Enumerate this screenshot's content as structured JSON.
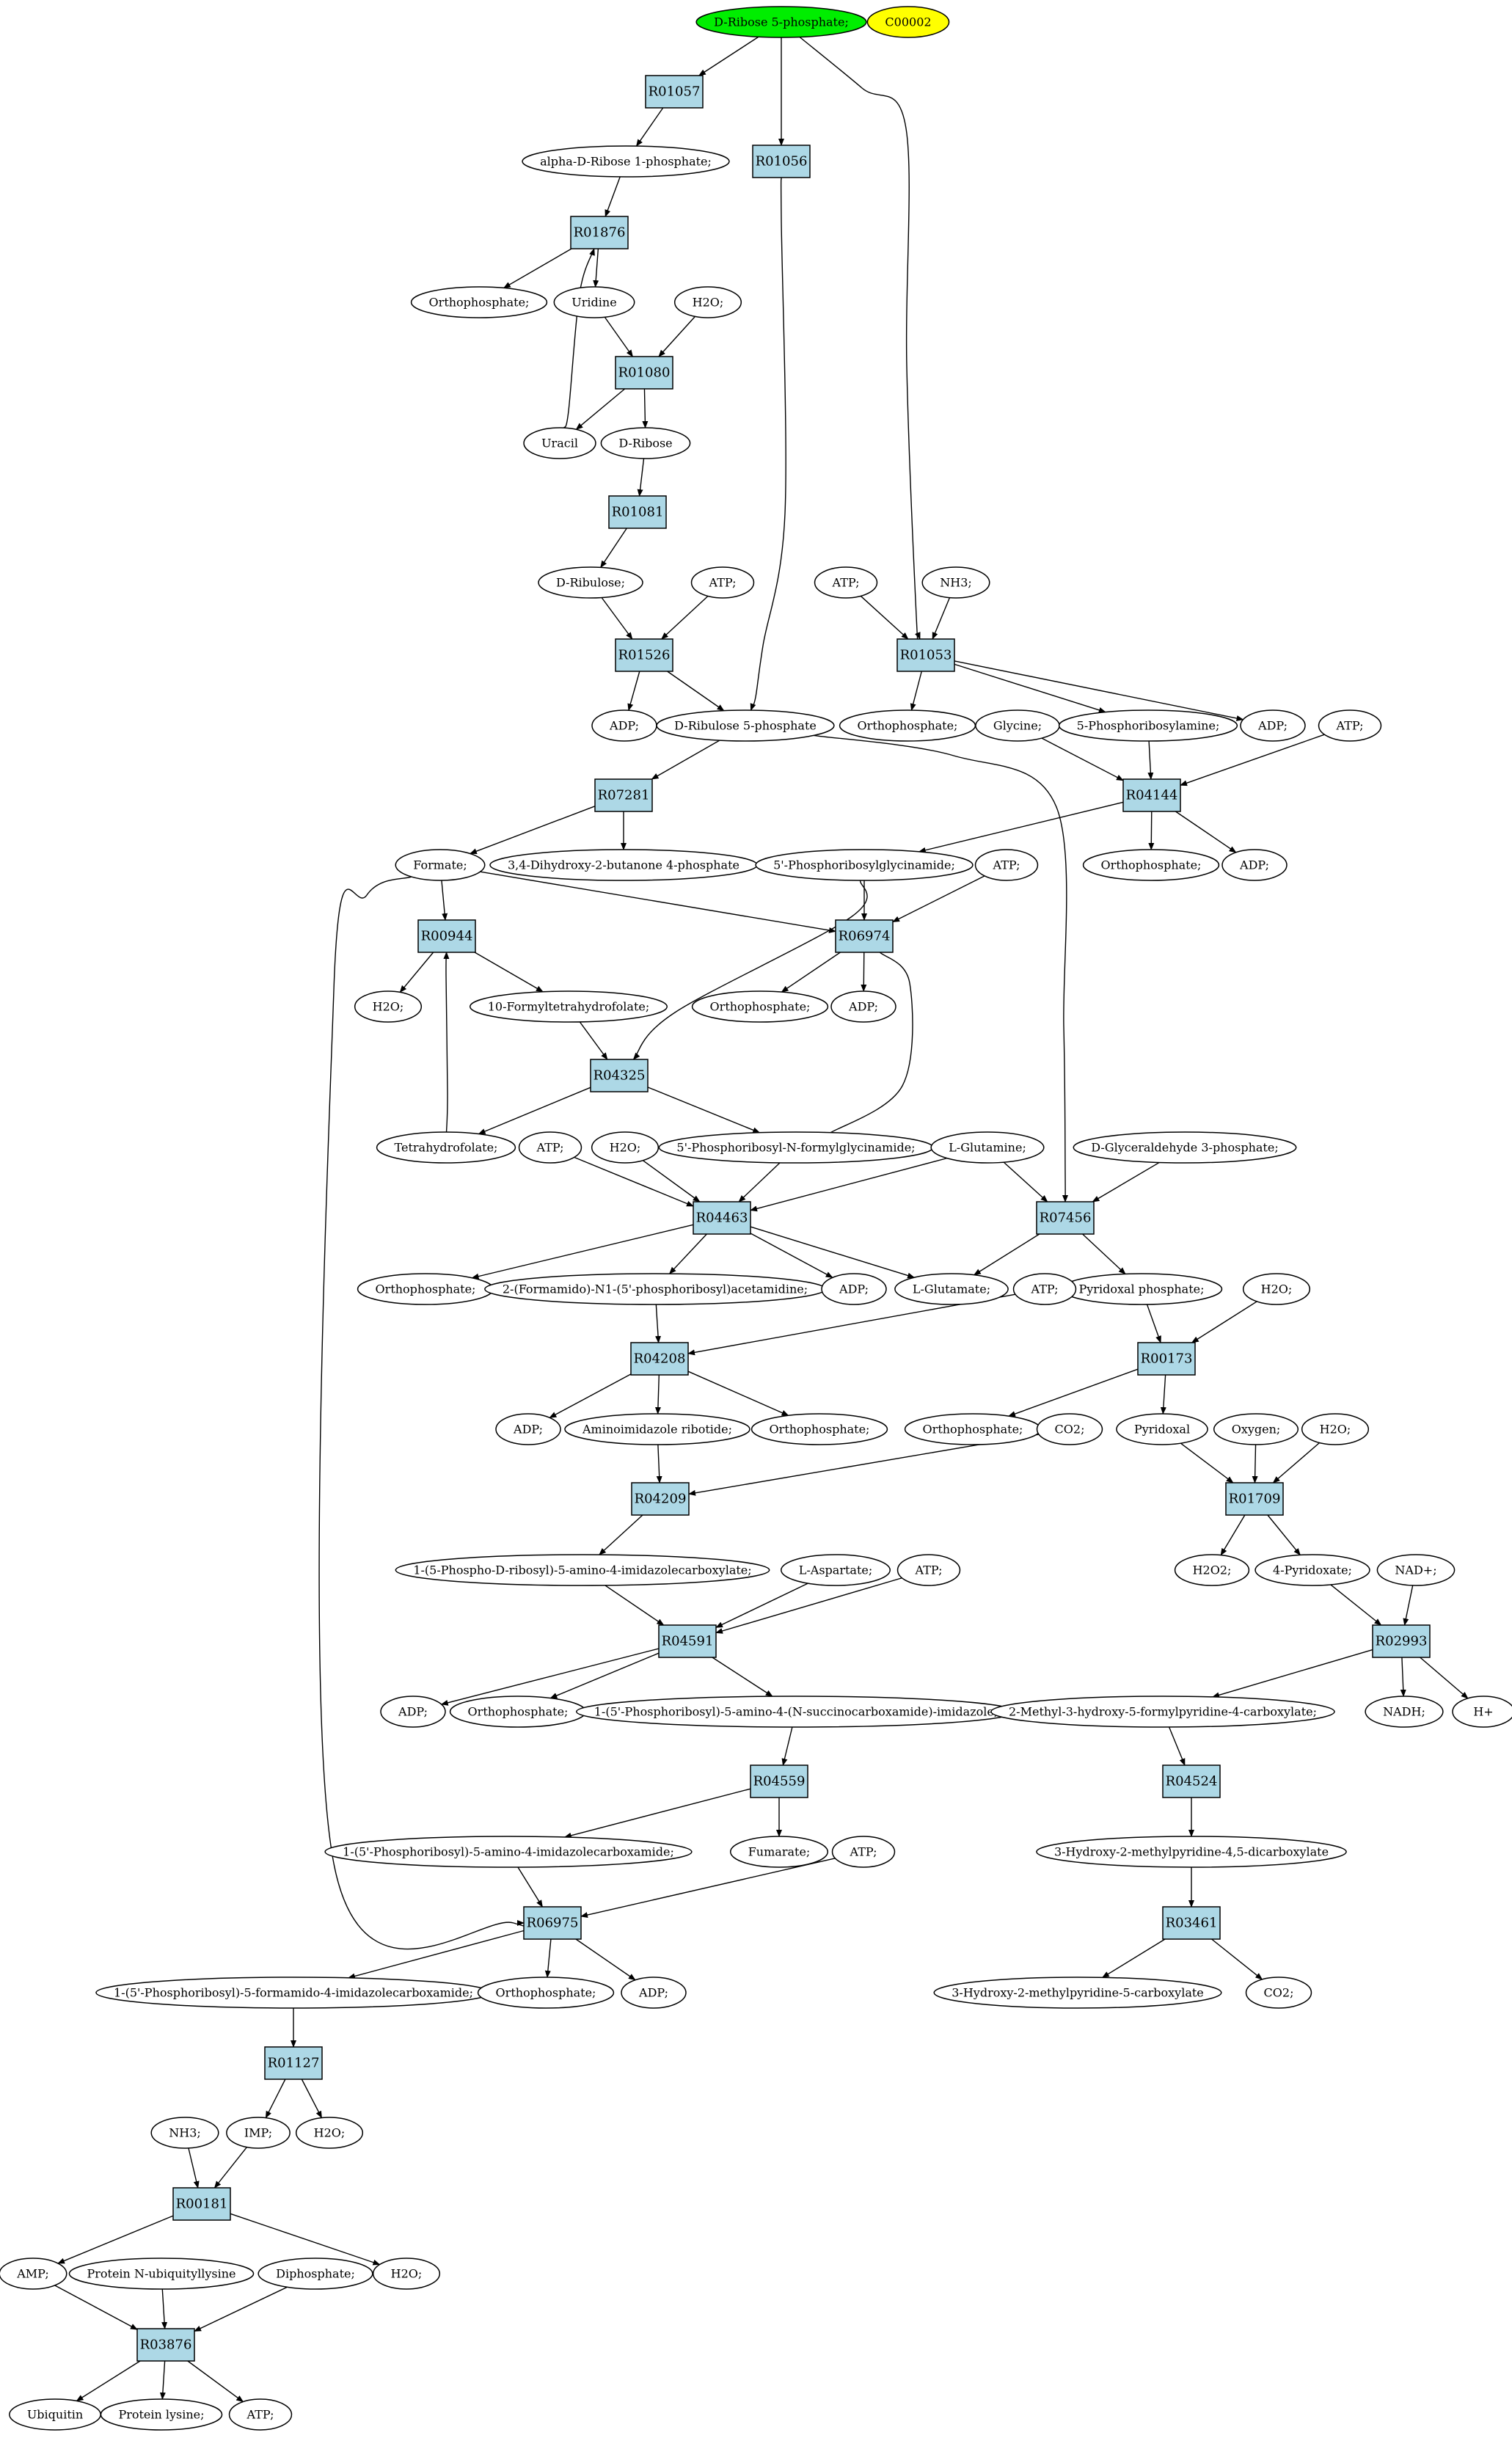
{
  "colors": {
    "reaction_fill": "#add8e6",
    "root_fill": "#00ee00",
    "highlight_fill": "#ffff00",
    "compound_fill": "#ffffff",
    "stroke": "#000000"
  },
  "nodes": [
    {
      "id": "ribose5p",
      "label": "D-Ribose 5-phosphate;",
      "kind": "root"
    },
    {
      "id": "c00002",
      "label": "C00002",
      "kind": "highlight"
    },
    {
      "id": "R01057",
      "label": "R01057",
      "kind": "reaction"
    },
    {
      "id": "R01056",
      "label": "R01056",
      "kind": "reaction"
    },
    {
      "id": "aribose1p",
      "label": "alpha-D-Ribose 1-phosphate;",
      "kind": "compound"
    },
    {
      "id": "R01876",
      "label": "R01876",
      "kind": "reaction"
    },
    {
      "id": "ortho1",
      "label": "Orthophosphate;",
      "kind": "compound"
    },
    {
      "id": "uridine",
      "label": "Uridine",
      "kind": "compound"
    },
    {
      "id": "h2o1",
      "label": "H2O;",
      "kind": "compound"
    },
    {
      "id": "R01080",
      "label": "R01080",
      "kind": "reaction"
    },
    {
      "id": "uracil",
      "label": "Uracil",
      "kind": "compound"
    },
    {
      "id": "dribose",
      "label": "D-Ribose",
      "kind": "compound"
    },
    {
      "id": "R01081",
      "label": "R01081",
      "kind": "reaction"
    },
    {
      "id": "dribulose",
      "label": "D-Ribulose;",
      "kind": "compound"
    },
    {
      "id": "atp1",
      "label": "ATP;",
      "kind": "compound"
    },
    {
      "id": "atp2",
      "label": "ATP;",
      "kind": "compound"
    },
    {
      "id": "nh3a",
      "label": "NH3;",
      "kind": "compound"
    },
    {
      "id": "R01526",
      "label": "R01526",
      "kind": "reaction"
    },
    {
      "id": "R01053",
      "label": "R01053",
      "kind": "reaction"
    },
    {
      "id": "adp1",
      "label": "ADP;",
      "kind": "compound"
    },
    {
      "id": "ribulose5p",
      "label": "D-Ribulose 5-phosphate",
      "kind": "compound"
    },
    {
      "id": "ortho2",
      "label": "Orthophosphate;",
      "kind": "compound"
    },
    {
      "id": "glycine",
      "label": "Glycine;",
      "kind": "compound"
    },
    {
      "id": "prib_amine",
      "label": "5-Phosphoribosylamine;",
      "kind": "compound"
    },
    {
      "id": "adp2",
      "label": "ADP;",
      "kind": "compound"
    },
    {
      "id": "atp3",
      "label": "ATP;",
      "kind": "compound"
    },
    {
      "id": "R07281",
      "label": "R07281",
      "kind": "reaction"
    },
    {
      "id": "R04144",
      "label": "R04144",
      "kind": "reaction"
    },
    {
      "id": "formate",
      "label": "Formate;",
      "kind": "compound"
    },
    {
      "id": "dhbp",
      "label": "3,4-Dihydroxy-2-butanone 4-phosphate",
      "kind": "compound"
    },
    {
      "id": "gar",
      "label": "5'-Phosphoribosylglycinamide;",
      "kind": "compound"
    },
    {
      "id": "atp4",
      "label": "ATP;",
      "kind": "compound"
    },
    {
      "id": "ortho3",
      "label": "Orthophosphate;",
      "kind": "compound"
    },
    {
      "id": "adp3",
      "label": "ADP;",
      "kind": "compound"
    },
    {
      "id": "R00944",
      "label": "R00944",
      "kind": "reaction"
    },
    {
      "id": "R06974",
      "label": "R06974",
      "kind": "reaction"
    },
    {
      "id": "h2o2",
      "label": "H2O;",
      "kind": "compound"
    },
    {
      "id": "fthf",
      "label": "10-Formyltetrahydrofolate;",
      "kind": "compound"
    },
    {
      "id": "ortho4",
      "label": "Orthophosphate;",
      "kind": "compound"
    },
    {
      "id": "adp4",
      "label": "ADP;",
      "kind": "compound"
    },
    {
      "id": "R04325",
      "label": "R04325",
      "kind": "reaction"
    },
    {
      "id": "thf",
      "label": "Tetrahydrofolate;",
      "kind": "compound"
    },
    {
      "id": "atp5",
      "label": "ATP;",
      "kind": "compound"
    },
    {
      "id": "h2o3",
      "label": "H2O;",
      "kind": "compound"
    },
    {
      "id": "fgar",
      "label": "5'-Phosphoribosyl-N-formylglycinamide;",
      "kind": "compound"
    },
    {
      "id": "lgln",
      "label": "L-Glutamine;",
      "kind": "compound"
    },
    {
      "id": "g3p",
      "label": "D-Glyceraldehyde 3-phosphate;",
      "kind": "compound"
    },
    {
      "id": "R04463",
      "label": "R04463",
      "kind": "reaction"
    },
    {
      "id": "R07456",
      "label": "R07456",
      "kind": "reaction"
    },
    {
      "id": "ortho5",
      "label": "Orthophosphate;",
      "kind": "compound"
    },
    {
      "id": "fgam",
      "label": "2-(Formamido)-N1-(5'-phosphoribosyl)acetamidine;",
      "kind": "compound"
    },
    {
      "id": "adp5",
      "label": "ADP;",
      "kind": "compound"
    },
    {
      "id": "lglu",
      "label": "L-Glutamate;",
      "kind": "compound"
    },
    {
      "id": "plp",
      "label": "Pyridoxal phosphate;",
      "kind": "compound"
    },
    {
      "id": "atp6",
      "label": "ATP;",
      "kind": "compound"
    },
    {
      "id": "h2o4",
      "label": "H2O;",
      "kind": "compound"
    },
    {
      "id": "R04208",
      "label": "R04208",
      "kind": "reaction"
    },
    {
      "id": "R00173",
      "label": "R00173",
      "kind": "reaction"
    },
    {
      "id": "adp6",
      "label": "ADP;",
      "kind": "compound"
    },
    {
      "id": "air",
      "label": "Aminoimidazole ribotide;",
      "kind": "compound"
    },
    {
      "id": "ortho6",
      "label": "Orthophosphate;",
      "kind": "compound"
    },
    {
      "id": "ortho7",
      "label": "Orthophosphate;",
      "kind": "compound"
    },
    {
      "id": "co2a",
      "label": "CO2;",
      "kind": "compound"
    },
    {
      "id": "pyridoxal",
      "label": "Pyridoxal",
      "kind": "compound"
    },
    {
      "id": "oxygen",
      "label": "Oxygen;",
      "kind": "compound"
    },
    {
      "id": "h2o5",
      "label": "H2O;",
      "kind": "compound"
    },
    {
      "id": "R04209",
      "label": "R04209",
      "kind": "reaction"
    },
    {
      "id": "R01709",
      "label": "R01709",
      "kind": "reaction"
    },
    {
      "id": "cair",
      "label": "1-(5-Phospho-D-ribosyl)-5-amino-4-imidazolecarboxylate;",
      "kind": "compound"
    },
    {
      "id": "lasp",
      "label": "L-Aspartate;",
      "kind": "compound"
    },
    {
      "id": "atp7",
      "label": "ATP;",
      "kind": "compound"
    },
    {
      "id": "h2o2b",
      "label": "H2O2;",
      "kind": "compound"
    },
    {
      "id": "pyridoxate",
      "label": "4-Pyridoxate;",
      "kind": "compound"
    },
    {
      "id": "nad",
      "label": "NAD+;",
      "kind": "compound"
    },
    {
      "id": "R04591",
      "label": "R04591",
      "kind": "reaction"
    },
    {
      "id": "R02993",
      "label": "R02993",
      "kind": "reaction"
    },
    {
      "id": "adp7",
      "label": "ADP;",
      "kind": "compound"
    },
    {
      "id": "ortho8",
      "label": "Orthophosphate;",
      "kind": "compound"
    },
    {
      "id": "saicar",
      "label": "1-(5'-Phosphoribosyl)-5-amino-4-(N-succinocarboxamide)-imidazole;",
      "kind": "compound"
    },
    {
      "id": "mhfpc",
      "label": "2-Methyl-3-hydroxy-5-formylpyridine-4-carboxylate;",
      "kind": "compound"
    },
    {
      "id": "nadh",
      "label": "NADH;",
      "kind": "compound"
    },
    {
      "id": "hplus",
      "label": "H+",
      "kind": "compound"
    },
    {
      "id": "R04559",
      "label": "R04559",
      "kind": "reaction"
    },
    {
      "id": "R04524",
      "label": "R04524",
      "kind": "reaction"
    },
    {
      "id": "aicar",
      "label": "1-(5'-Phosphoribosyl)-5-amino-4-imidazolecarboxamide;",
      "kind": "compound"
    },
    {
      "id": "fumarate",
      "label": "Fumarate;",
      "kind": "compound"
    },
    {
      "id": "atp8",
      "label": "ATP;",
      "kind": "compound"
    },
    {
      "id": "hmpdc",
      "label": "3-Hydroxy-2-methylpyridine-4,5-dicarboxylate",
      "kind": "compound"
    },
    {
      "id": "R06975",
      "label": "R06975",
      "kind": "reaction"
    },
    {
      "id": "R03461",
      "label": "R03461",
      "kind": "reaction"
    },
    {
      "id": "faicar",
      "label": "1-(5'-Phosphoribosyl)-5-formamido-4-imidazolecarboxamide;",
      "kind": "compound"
    },
    {
      "id": "ortho9",
      "label": "Orthophosphate;",
      "kind": "compound"
    },
    {
      "id": "adp8",
      "label": "ADP;",
      "kind": "compound"
    },
    {
      "id": "hmpc",
      "label": "3-Hydroxy-2-methylpyridine-5-carboxylate",
      "kind": "compound"
    },
    {
      "id": "co2b",
      "label": "CO2;",
      "kind": "compound"
    },
    {
      "id": "R01127",
      "label": "R01127",
      "kind": "reaction"
    },
    {
      "id": "nh3b",
      "label": "NH3;",
      "kind": "compound"
    },
    {
      "id": "imp",
      "label": "IMP;",
      "kind": "compound"
    },
    {
      "id": "h2o6",
      "label": "H2O;",
      "kind": "compound"
    },
    {
      "id": "R00181",
      "label": "R00181",
      "kind": "reaction"
    },
    {
      "id": "amp",
      "label": "AMP;",
      "kind": "compound"
    },
    {
      "id": "pnub",
      "label": "Protein N-ubiquityllysine",
      "kind": "compound"
    },
    {
      "id": "diphos",
      "label": "Diphosphate;",
      "kind": "compound"
    },
    {
      "id": "h2o7",
      "label": "H2O;",
      "kind": "compound"
    },
    {
      "id": "R03876",
      "label": "R03876",
      "kind": "reaction"
    },
    {
      "id": "ubiquitin",
      "label": "Ubiquitin",
      "kind": "compound"
    },
    {
      "id": "plys",
      "label": "Protein lysine;",
      "kind": "compound"
    },
    {
      "id": "atp9",
      "label": "ATP;",
      "kind": "compound"
    }
  ],
  "edges": [
    [
      "ribose5p",
      "R01057"
    ],
    [
      "ribose5p",
      "R01056"
    ],
    [
      "ribose5p",
      "R01053"
    ],
    [
      "R01057",
      "aribose1p"
    ],
    [
      "aribose1p",
      "R01876"
    ],
    [
      "R01876",
      "ortho1"
    ],
    [
      "R01876",
      "uridine"
    ],
    [
      "uridine",
      "R01080"
    ],
    [
      "h2o1",
      "R01080"
    ],
    [
      "R01080",
      "uracil"
    ],
    [
      "R01080",
      "dribose"
    ],
    [
      "uracil",
      "R01876"
    ],
    [
      "dribose",
      "R01081"
    ],
    [
      "R01081",
      "dribulose"
    ],
    [
      "dribulose",
      "R01526"
    ],
    [
      "atp1",
      "R01526"
    ],
    [
      "R01526",
      "adp1"
    ],
    [
      "R01526",
      "ribulose5p"
    ],
    [
      "R01056",
      "ribulose5p"
    ],
    [
      "atp2",
      "R01053"
    ],
    [
      "nh3a",
      "R01053"
    ],
    [
      "R01053",
      "ortho2"
    ],
    [
      "R01053",
      "prib_amine"
    ],
    [
      "R01053",
      "adp2"
    ],
    [
      "ribulose5p",
      "R07281"
    ],
    [
      "ribulose5p",
      "R07456"
    ],
    [
      "R07281",
      "formate"
    ],
    [
      "R07281",
      "dhbp"
    ],
    [
      "glycine",
      "R04144"
    ],
    [
      "prib_amine",
      "R04144"
    ],
    [
      "atp3",
      "R04144"
    ],
    [
      "R04144",
      "gar"
    ],
    [
      "R04144",
      "ortho3"
    ],
    [
      "R04144",
      "adp3"
    ],
    [
      "formate",
      "R00944"
    ],
    [
      "formate",
      "R06974"
    ],
    [
      "formate",
      "R06975"
    ],
    [
      "gar",
      "R06974"
    ],
    [
      "gar",
      "R04325"
    ],
    [
      "atp4",
      "R06974"
    ],
    [
      "R06974",
      "ortho4"
    ],
    [
      "R06974",
      "adp4"
    ],
    [
      "R06974",
      "fgar"
    ],
    [
      "R00944",
      "h2o2"
    ],
    [
      "R00944",
      "fthf"
    ],
    [
      "thf",
      "R00944"
    ],
    [
      "fthf",
      "R04325"
    ],
    [
      "R04325",
      "thf"
    ],
    [
      "R04325",
      "fgar"
    ],
    [
      "atp5",
      "R04463"
    ],
    [
      "h2o3",
      "R04463"
    ],
    [
      "fgar",
      "R04463"
    ],
    [
      "lgln",
      "R04463"
    ],
    [
      "lgln",
      "R07456"
    ],
    [
      "g3p",
      "R07456"
    ],
    [
      "R04463",
      "ortho5"
    ],
    [
      "R04463",
      "fgam"
    ],
    [
      "R04463",
      "adp5"
    ],
    [
      "R04463",
      "lglu"
    ],
    [
      "R07456",
      "lglu"
    ],
    [
      "R07456",
      "plp"
    ],
    [
      "fgam",
      "R04208"
    ],
    [
      "atp6",
      "R04208"
    ],
    [
      "plp",
      "R00173"
    ],
    [
      "h2o4",
      "R00173"
    ],
    [
      "R04208",
      "adp6"
    ],
    [
      "R04208",
      "air"
    ],
    [
      "R04208",
      "ortho6"
    ],
    [
      "R00173",
      "ortho7"
    ],
    [
      "R00173",
      "pyridoxal"
    ],
    [
      "air",
      "R04209"
    ],
    [
      "co2a",
      "R04209"
    ],
    [
      "pyridoxal",
      "R01709"
    ],
    [
      "oxygen",
      "R01709"
    ],
    [
      "h2o5",
      "R01709"
    ],
    [
      "R04209",
      "cair"
    ],
    [
      "R01709",
      "h2o2b"
    ],
    [
      "R01709",
      "pyridoxate"
    ],
    [
      "cair",
      "R04591"
    ],
    [
      "lasp",
      "R04591"
    ],
    [
      "atp7",
      "R04591"
    ],
    [
      "pyridoxate",
      "R02993"
    ],
    [
      "nad",
      "R02993"
    ],
    [
      "R04591",
      "adp7"
    ],
    [
      "R04591",
      "ortho8"
    ],
    [
      "R04591",
      "saicar"
    ],
    [
      "R02993",
      "mhfpc"
    ],
    [
      "R02993",
      "nadh"
    ],
    [
      "R02993",
      "hplus"
    ],
    [
      "saicar",
      "R04559"
    ],
    [
      "mhfpc",
      "R04524"
    ],
    [
      "R04559",
      "aicar"
    ],
    [
      "R04559",
      "fumarate"
    ],
    [
      "R04524",
      "hmpdc"
    ],
    [
      "aicar",
      "R06975"
    ],
    [
      "atp8",
      "R06975"
    ],
    [
      "hmpdc",
      "R03461"
    ],
    [
      "R06975",
      "faicar"
    ],
    [
      "R06975",
      "ortho9"
    ],
    [
      "R06975",
      "adp8"
    ],
    [
      "R03461",
      "hmpc"
    ],
    [
      "R03461",
      "co2b"
    ],
    [
      "faicar",
      "R01127"
    ],
    [
      "R01127",
      "imp"
    ],
    [
      "R01127",
      "h2o6"
    ],
    [
      "nh3b",
      "R00181"
    ],
    [
      "imp",
      "R00181"
    ],
    [
      "R00181",
      "amp"
    ],
    [
      "R00181",
      "h2o7"
    ],
    [
      "amp",
      "R03876"
    ],
    [
      "pnub",
      "R03876"
    ],
    [
      "diphos",
      "R03876"
    ],
    [
      "R03876",
      "ubiquitin"
    ],
    [
      "R03876",
      "plys"
    ],
    [
      "R03876",
      "atp9"
    ]
  ]
}
